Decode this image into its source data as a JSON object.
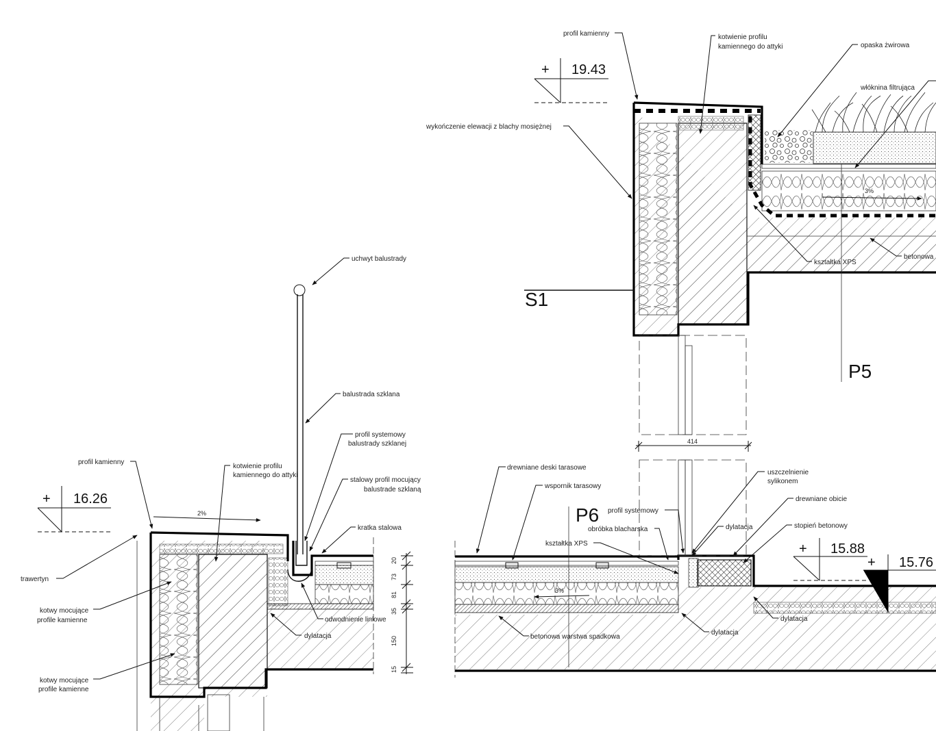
{
  "labels": {
    "profil_kamienny_top": "profil kamienny",
    "kotwienie_top": [
      "kotwienie profilu",
      "kamiennego do attyki"
    ],
    "opaska": "opaska żwirowa",
    "wloknina": "włóknina filtrująca",
    "wykonczenie": "wykończenie elewacji z blachy mosiężnej",
    "betonowa_top": "betonowa",
    "ksztaltka_top": "kształtka XPS",
    "uchwyt": "uchwyt balustrady",
    "balustrada": "balustrada szklana",
    "profil_systemowy_bal": [
      "profil systemowy",
      "balustrady szklanej"
    ],
    "stalowy_profil": [
      "stalowy profil mocujący",
      "balustrade szklaną"
    ],
    "kratka": "kratka stalowa",
    "profil_kamienny_left": "profil kamienny",
    "kotwienie_left": [
      "kotwienie profilu",
      "kamiennego do attyki"
    ],
    "trawertyn": "trawertyn",
    "kotwy1": [
      "kotwy mocujące",
      "profile kamienne"
    ],
    "kotwy2": [
      "kotwy mocujące",
      "profile kamienne"
    ],
    "odwodnienie": "odwodnienie liniowe",
    "dylatacja_left": "dylatacja",
    "drewniane_deski": "drewniane deski tarasowe",
    "wspornik": "wspornik tarasowy",
    "profil_systemowy": "profil systemowy",
    "obrobka": "obróbka blacharska",
    "ksztaltka_mid": "kształtka XPS",
    "uszczelnienie": [
      "uszczelnienie",
      "sylikonem"
    ],
    "drewniane_obicie": "drewniane obicie",
    "dylatacja_mid": "dylatacja",
    "stopien": "stopień betonowy",
    "dylatacja_bot": "dylatacja",
    "dylatacja_right": "dylatacja",
    "betonowa_spadkowa": "betonowa warstwa spadkowa"
  },
  "markers": {
    "s1": "S1",
    "p5": "P5",
    "p6": "P6"
  },
  "elevations": {
    "e1": "19.43",
    "e2": "16.26",
    "e3": "15.88",
    "e4": "15.76",
    "plus": "+"
  },
  "slopes": {
    "s_top": "3%",
    "s_left": "2%",
    "s_mid": "3%"
  },
  "dimensions": {
    "d414": "414",
    "d20": "20",
    "d73": "73",
    "d81": "81",
    "d35": "35",
    "d150": "150",
    "d15": "15"
  }
}
